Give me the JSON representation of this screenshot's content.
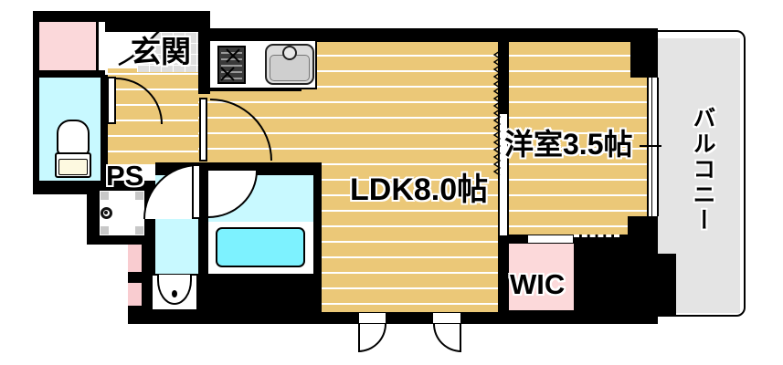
{
  "title": "apartment floor plan",
  "rooms": {
    "entrance": {
      "label": "玄関"
    },
    "pipe_space": {
      "label": "PS"
    },
    "ldk": {
      "label": "LDK8.0帖"
    },
    "western_room": {
      "label": "洋室3.5帖"
    },
    "wic": {
      "label": "WIC"
    },
    "balcony": {
      "label": "バルコニー"
    }
  },
  "fixtures": [
    "toilet",
    "washbasin",
    "bathtub",
    "gas-stove",
    "kitchen-sink",
    "gas-meter"
  ],
  "colors": {
    "flooring": "#ebc878",
    "wet_area": "#c8f9ff",
    "bathtub": "#7df2ff",
    "closet_pink": "#fbd8da",
    "entrance_tile": "#dedede",
    "balcony_gray": "#e4e4e4",
    "wall": "#000000"
  }
}
